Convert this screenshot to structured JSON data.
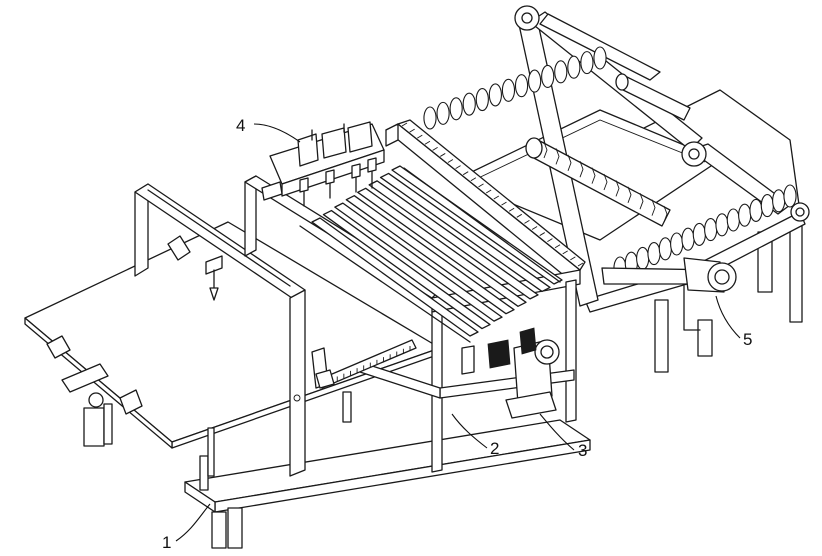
{
  "labels": [
    {
      "id": "1",
      "text": "1"
    },
    {
      "id": "2",
      "text": "2"
    },
    {
      "id": "3",
      "text": "3"
    },
    {
      "id": "4",
      "text": "4"
    },
    {
      "id": "5",
      "text": "5"
    }
  ]
}
